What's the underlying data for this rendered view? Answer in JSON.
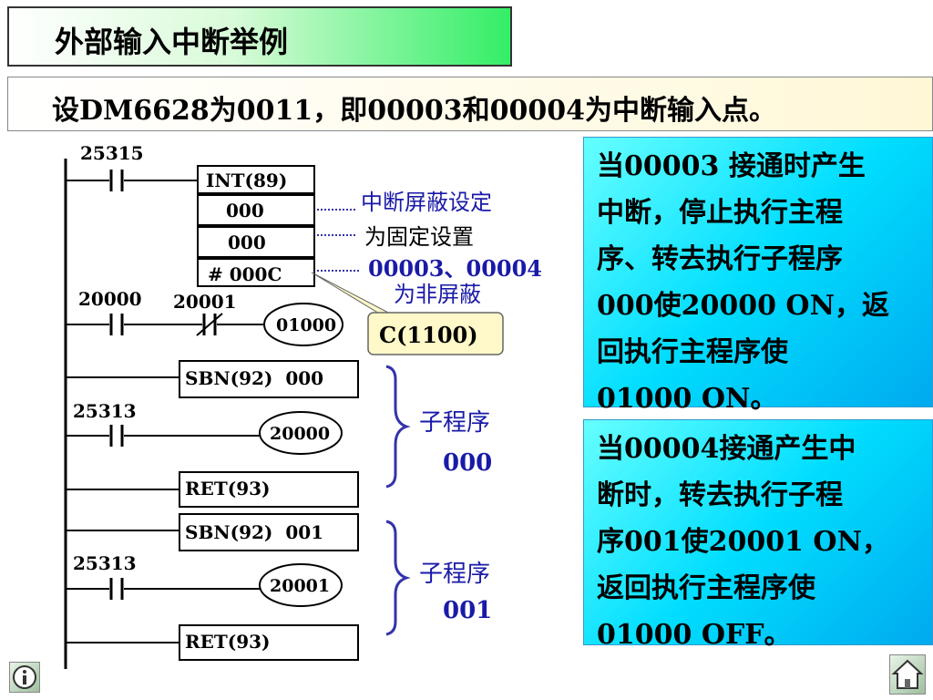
{
  "title": "外部输入中断举例",
  "subtitle": "设DM6628为0011，即00003和00004为中断输入点。",
  "ladder": {
    "contacts": {
      "c1": "25315",
      "c2": "20000",
      "c3": "20001",
      "c4": "25313",
      "c5": "25313"
    },
    "int_block": [
      "INT(89)",
      "000",
      "000",
      "# 000C"
    ],
    "annotations": {
      "a1": "中断屏蔽设定",
      "a2": "为固定设置",
      "a3": "00003、00004",
      "a4": "为非屏蔽"
    },
    "callout": "C(1100)",
    "coils": {
      "k1": "01000",
      "k2": "20000",
      "k3": "20001"
    },
    "instructions": {
      "sbn0": "SBN(92)  000",
      "ret0": "RET(93)",
      "sbn1": "SBN(92)  001",
      "ret1": "RET(93)"
    },
    "subroutines": {
      "s0_label": "子程序",
      "s0_num": "000",
      "s1_label": "子程序",
      "s1_num": "001"
    }
  },
  "info1": {
    "lines": [
      "当00003  接通时产生",
      "中断，停止执行主程",
      "序、转去执行子程序",
      "000使20000 ON，返",
      "回执行主程序使",
      "01000 ON。"
    ]
  },
  "info2": {
    "lines": [
      "当00004接通产生中",
      "断时，转去执行子程",
      "序001使20001 ON，",
      "返回执行主程序使",
      "01000 OFF。"
    ]
  },
  "nav": {
    "info_icon": "info-icon",
    "home_icon": "home-icon"
  }
}
